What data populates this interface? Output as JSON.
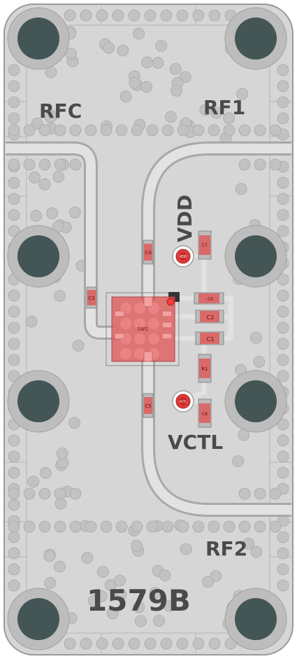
{
  "board": {
    "part_number": "1579B",
    "port_labels": {
      "rfc": "RFC",
      "rf1": "RF1",
      "rf2": "RF2",
      "vdd": "VDD",
      "vctl": "VCTL"
    },
    "components": {
      "sw1": "SW1",
      "c1": "C1",
      "c2": "C2",
      "c3": "C3",
      "c4": "C4",
      "c5": "C5",
      "c6": "C6",
      "c7": "C7",
      "c8": "C8",
      "r1": "R1"
    },
    "test_points": {
      "vdd": "VDD",
      "vctl": "VCTL"
    }
  },
  "colors": {
    "outline": "#9a9a9a",
    "substrate": "#d6d6d6",
    "ground_via": "#c2c2c2",
    "trace": "#e2e2e2",
    "trace_edge": "#a8a8a8",
    "mounting_hole": "#445555",
    "component_red": "#e05a5a",
    "silkscreen": "#4a4a4a"
  }
}
